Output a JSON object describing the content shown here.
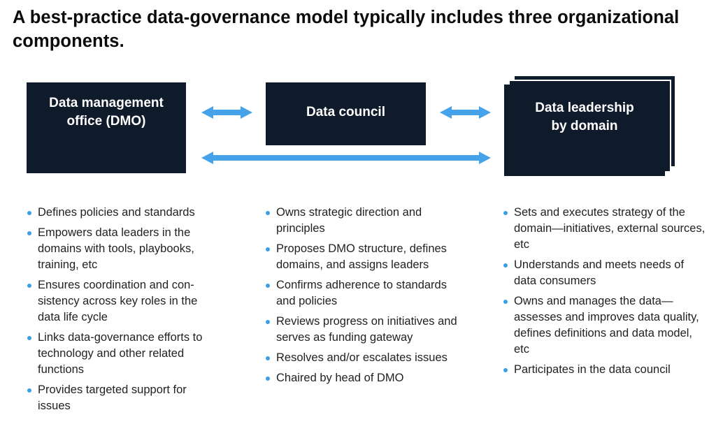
{
  "title": "A best-practice data-governance model typically includes three organizational components.",
  "colors": {
    "box": "#0f1a2a",
    "arrow": "#46a3ea",
    "bullet": "#3aa0e6"
  },
  "components": {
    "dmo": {
      "label_line1": "Data management",
      "label_line2": "office (DMO)"
    },
    "council": {
      "label": "Data council"
    },
    "domain": {
      "label_line1": "Data leadership",
      "label_line2": "by domain"
    }
  },
  "lists": {
    "dmo": [
      "Defines policies and standards",
      "Empowers data leaders in the domains with tools, playbooks, training, etc",
      "Ensures coordination and con-sistency across key roles in the data life cycle",
      "Links data-governance efforts to technology and other related functions",
      "Provides targeted support for issues"
    ],
    "council": [
      "Owns strategic direction and principles",
      "Proposes DMO structure, defines domains, and assigns leaders",
      "Confirms adherence to standards and policies",
      "Reviews progress on initiatives and serves as funding gateway",
      "Resolves and/or escalates issues",
      "Chaired by head of DMO"
    ],
    "domain": [
      "Sets and executes strategy of the domain—initiatives, external sources, etc",
      "Understands and meets needs of data consumers",
      "Owns and manages the data—assesses and improves data quality, defines definitions and data model, etc",
      "Participates in the data council"
    ]
  }
}
